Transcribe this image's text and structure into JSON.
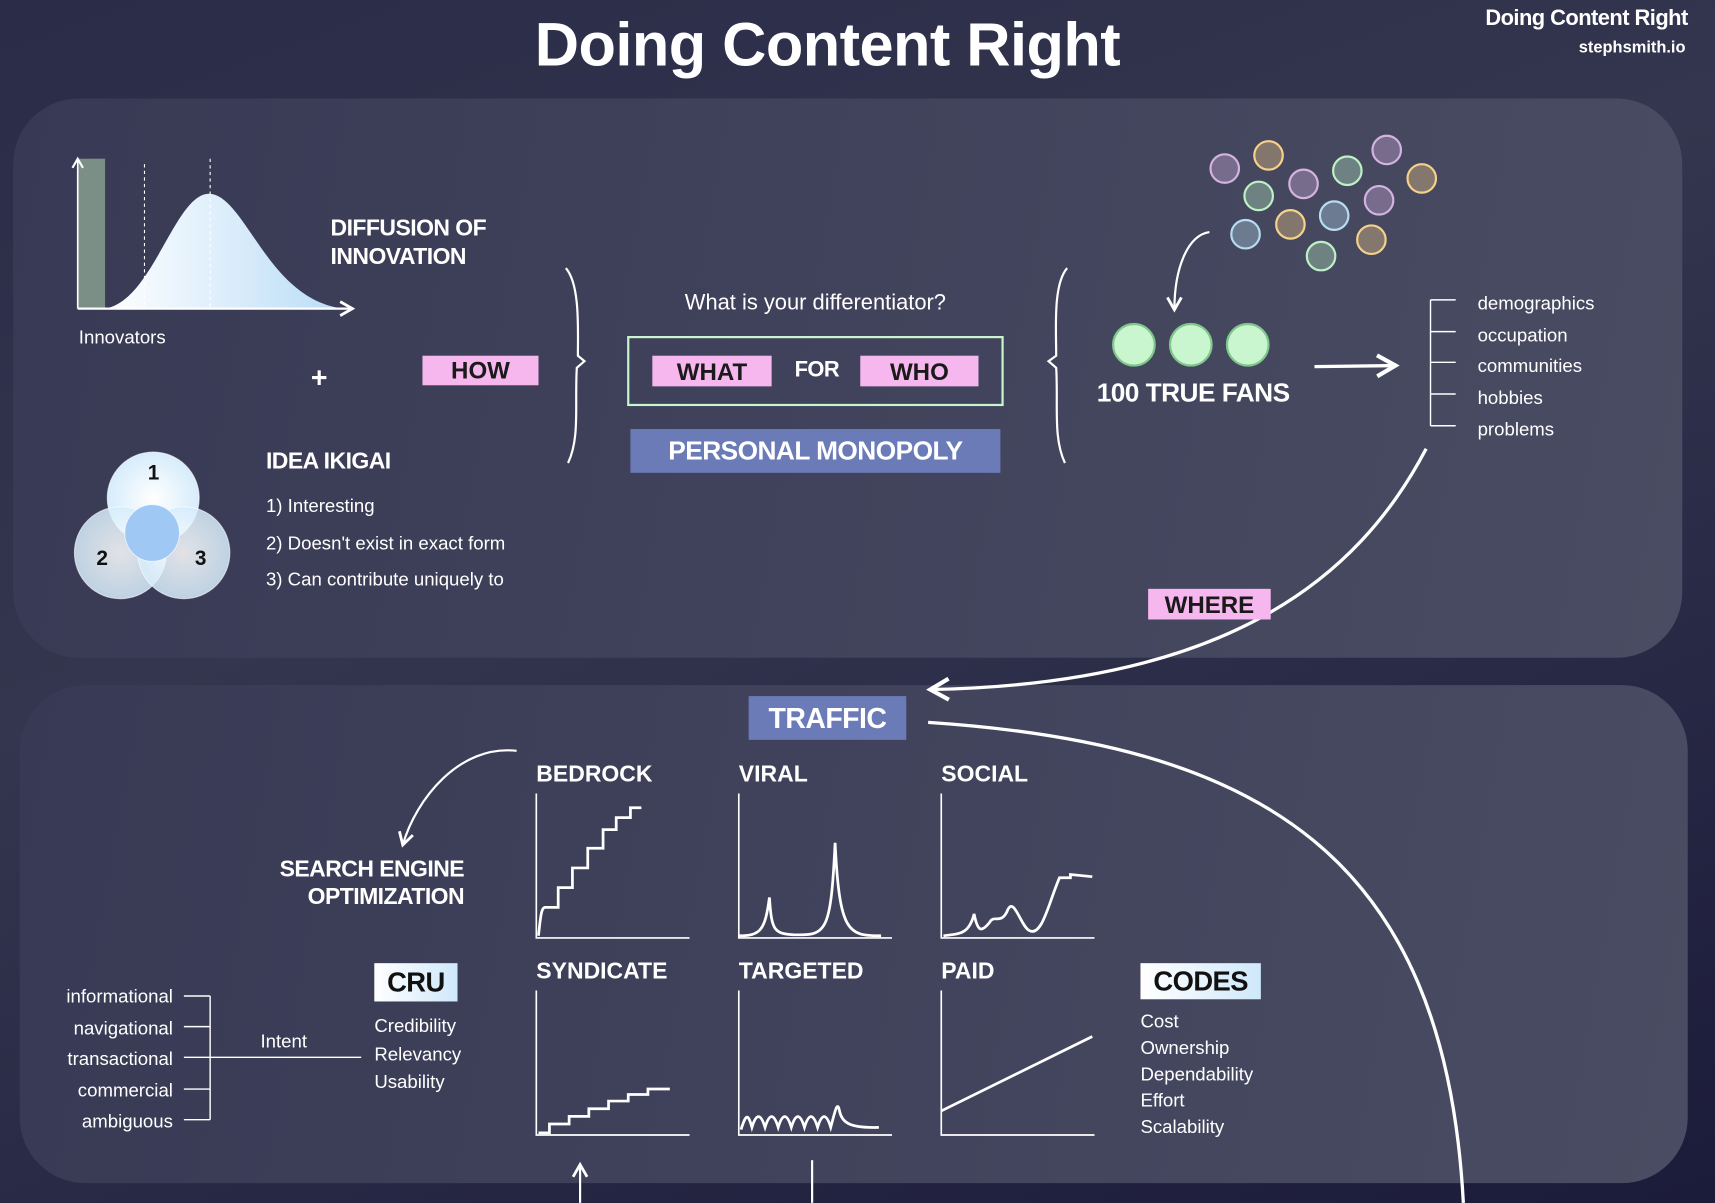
{
  "title": "Doing Content Right",
  "brand": {
    "title": "Doing Content Right",
    "site": "stephsmith.io"
  },
  "top": {
    "diffusion": [
      "DIFFUSION OF",
      "INNOVATION"
    ],
    "innovators": "Innovators",
    "plus": "+",
    "how": "HOW",
    "question": "What is your differentiator?",
    "what": "WHAT",
    "for": "FOR",
    "who": "WHO",
    "monopoly": "PERSONAL MONOPOLY",
    "fans": "100 TRUE FANS",
    "audience": [
      "demographics",
      "occupation",
      "communities",
      "hobbies",
      "problems"
    ],
    "ikigai": {
      "title": "IDEA IKIGAI",
      "items": [
        "1) Interesting",
        "2) Doesn't exist in exact form",
        "3) Can contribute uniquely to"
      ],
      "circles": [
        "1",
        "2",
        "3"
      ]
    },
    "where": "WHERE"
  },
  "bottom": {
    "traffic": "TRAFFIC",
    "seo": [
      "SEARCH ENGINE",
      "OPTIMIZATION"
    ],
    "charts": [
      "BEDROCK",
      "VIRAL",
      "SOCIAL",
      "SYNDICATE",
      "TARGETED",
      "PAID"
    ],
    "cru": {
      "title": "CRU",
      "items": [
        "Credibility",
        "Relevancy",
        "Usability"
      ]
    },
    "intent": {
      "label": "Intent",
      "items": [
        "informational",
        "navigational",
        "transactional",
        "commercial",
        "ambiguous"
      ]
    },
    "codes": {
      "title": "CODES",
      "items": [
        "Cost",
        "Ownership",
        "Dependability",
        "Effort",
        "Scalability"
      ]
    }
  },
  "colors": {
    "pink": "#f6b7ee",
    "blue": "#6b7bb8",
    "green": "#c9f5cf"
  }
}
